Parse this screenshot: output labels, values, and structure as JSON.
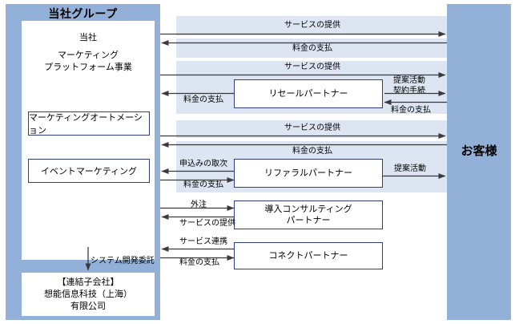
{
  "diagram": {
    "group": {
      "title": "当社グループ",
      "company": "当社",
      "business": "マーケティング\nプラットフォーム事業",
      "business_line1": "マーケティング",
      "business_line2": "プラットフォーム事業",
      "units": [
        {
          "label": "マーケティングオートメーション"
        },
        {
          "label": "イベントマーケティング"
        }
      ],
      "subsidiary": {
        "line1": "【連結子会社】",
        "line2": "想能信息科技（上海）",
        "line3": "有限公司",
        "link_label": "システム開発委託"
      }
    },
    "customer": {
      "label": "お客様"
    },
    "partners": [
      {
        "name": "リセールパートナー"
      },
      {
        "name": "リファラルパートナー"
      },
      {
        "name": "導入コンサルティング\nパートナー"
      },
      {
        "name": "コネクトパートナー"
      }
    ],
    "partner_consult_line1": "導入コンサルティング",
    "partner_consult_line2": "パートナー",
    "flows": {
      "direct_service": "サービスの提供",
      "direct_payment": "料金の支払",
      "resale_service": "サービスの提供",
      "resale_payment": "料金の支払",
      "resale_proposal_l1": "提案活動",
      "resale_proposal_l2": "契約手続",
      "resale_cust_payment": "料金の支払",
      "referral_service": "サービスの提供",
      "referral_payment": "料金の支払",
      "referral_intake": "申込みの取次",
      "referral_fee": "料金の支払",
      "referral_proposal": "提案活動",
      "consult_outsource": "外注",
      "consult_service": "サービスの提供",
      "connect_link": "サービス連携",
      "connect_payment": "料金の支払"
    },
    "colors": {
      "panel_blue": "#92b0d8",
      "band_blue": "#dde5f2",
      "box_border": "#2e3e7e",
      "arrow": "#3a3a3a",
      "background": "#ffffff"
    }
  }
}
